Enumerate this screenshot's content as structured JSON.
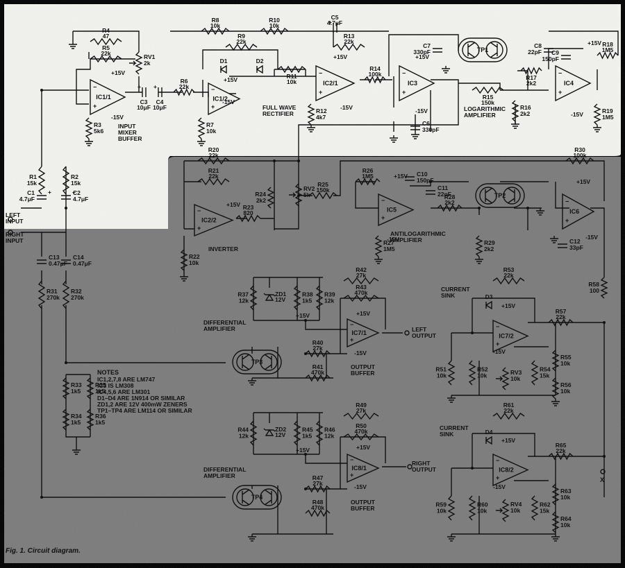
{
  "figure": {
    "caption": "Fig. 1. Circuit diagram."
  },
  "colors": {
    "paper_light": "#f2f2ef",
    "paper_grey": "#7b7b7b",
    "ink": "#111111",
    "border": "#000000"
  },
  "blocks": {
    "input_buffer": "INPUT MIXER BUFFER",
    "rectifier": "FULL WAVE RECTIFIER",
    "log_amp": "LOGARITHMIC AMPLIFIER",
    "antilog_amp": "ANTILOGARITHMIC AMPLIFIER",
    "inverter": "INVERTER",
    "diff_amp": "DIFFERENTIAL AMPLIFIER",
    "output_buffer": "OUTPUT BUFFER",
    "current_sink": "CURRENT SINK"
  },
  "io": {
    "left_in": "LEFT INPUT",
    "right_in": "RIGHT INPUT",
    "left_out": "LEFT OUTPUT",
    "right_out": "RIGHT OUTPUT",
    "x": "X"
  },
  "supplies": {
    "pos": "+15V",
    "neg": "-15V"
  },
  "notes": {
    "title": "NOTES",
    "lines": [
      "IC1,2,7,8 ARE LM747",
      "IC3 IS LM308",
      "IC4,5,6 ARE LM301",
      "D1–D4 ARE 1N914 OR SIMILAR",
      "ZD1,2 ARE 12V 400mW ZENERS",
      "TP1–TP4 ARE LM114 OR SIMILAR"
    ]
  },
  "ics": [
    "IC1/1",
    "IC1/2",
    "IC2/1",
    "IC2/2",
    "IC3",
    "IC4",
    "IC5",
    "IC6",
    "IC7/1",
    "IC7/2",
    "IC8/1",
    "IC8/2"
  ],
  "transistor_pairs": [
    "TP1",
    "TP2",
    "TP3",
    "TP4"
  ],
  "resistors": [
    {
      "ref": "R1",
      "value": "15k"
    },
    {
      "ref": "R2",
      "value": "15k"
    },
    {
      "ref": "R3",
      "value": "5k6"
    },
    {
      "ref": "R4",
      "value": "47"
    },
    {
      "ref": "R5",
      "value": "22k"
    },
    {
      "ref": "R6",
      "value": "22k"
    },
    {
      "ref": "R7",
      "value": "10k"
    },
    {
      "ref": "R8",
      "value": "10k"
    },
    {
      "ref": "R9",
      "value": "22k"
    },
    {
      "ref": "R10",
      "value": "10k"
    },
    {
      "ref": "R11",
      "value": "10k"
    },
    {
      "ref": "R12",
      "value": "4k7"
    },
    {
      "ref": "R13",
      "value": "22k"
    },
    {
      "ref": "R14",
      "value": "100k"
    },
    {
      "ref": "R15",
      "value": "150k"
    },
    {
      "ref": "R16",
      "value": "2k2"
    },
    {
      "ref": "R17",
      "value": "2k2"
    },
    {
      "ref": "R18",
      "value": "1M5"
    },
    {
      "ref": "R19",
      "value": "1M5"
    },
    {
      "ref": "R20",
      "value": "22k"
    },
    {
      "ref": "R21",
      "value": "22k"
    },
    {
      "ref": "R22",
      "value": "10k"
    },
    {
      "ref": "R23",
      "value": "820"
    },
    {
      "ref": "R24",
      "value": "2k2"
    },
    {
      "ref": "R25",
      "value": "150k"
    },
    {
      "ref": "R26",
      "value": "1M5"
    },
    {
      "ref": "R27",
      "value": "1M5"
    },
    {
      "ref": "R28",
      "value": "2k2"
    },
    {
      "ref": "R29",
      "value": "2k2"
    },
    {
      "ref": "R30",
      "value": "100k"
    },
    {
      "ref": "R31",
      "value": "270k"
    },
    {
      "ref": "R32",
      "value": "270k"
    },
    {
      "ref": "R33",
      "value": "1k5"
    },
    {
      "ref": "R34",
      "value": "1k5"
    },
    {
      "ref": "R35",
      "value": "1k5"
    },
    {
      "ref": "R36",
      "value": "1k5"
    },
    {
      "ref": "R37",
      "value": "12k"
    },
    {
      "ref": "R38",
      "value": "1k5"
    },
    {
      "ref": "R39",
      "value": "12k"
    },
    {
      "ref": "R40",
      "value": "27k"
    },
    {
      "ref": "R41",
      "value": "470k"
    },
    {
      "ref": "R42",
      "value": "27k"
    },
    {
      "ref": "R43",
      "value": "470k"
    },
    {
      "ref": "R44",
      "value": "12k"
    },
    {
      "ref": "R45",
      "value": "1k5"
    },
    {
      "ref": "R46",
      "value": "12k"
    },
    {
      "ref": "R47",
      "value": "27k"
    },
    {
      "ref": "R48",
      "value": "470k"
    },
    {
      "ref": "R49",
      "value": "27k"
    },
    {
      "ref": "R50",
      "value": "470k"
    },
    {
      "ref": "R51",
      "value": "10k"
    },
    {
      "ref": "R52",
      "value": "10k"
    },
    {
      "ref": "R53",
      "value": "22k"
    },
    {
      "ref": "R54",
      "value": "15k"
    },
    {
      "ref": "R55",
      "value": "10k"
    },
    {
      "ref": "R56",
      "value": "10k"
    },
    {
      "ref": "R57",
      "value": "22k"
    },
    {
      "ref": "R58",
      "value": "100"
    },
    {
      "ref": "R59",
      "value": "10k"
    },
    {
      "ref": "R60",
      "value": "10k"
    },
    {
      "ref": "R61",
      "value": "22k"
    },
    {
      "ref": "R62",
      "value": "15k"
    },
    {
      "ref": "R63",
      "value": "10k"
    },
    {
      "ref": "R64",
      "value": "10k"
    },
    {
      "ref": "R65",
      "value": "22k"
    }
  ],
  "pots": [
    {
      "ref": "RV1",
      "value": "2k"
    },
    {
      "ref": "RV2",
      "value": "5k"
    },
    {
      "ref": "RV3",
      "value": "10k"
    },
    {
      "ref": "RV4",
      "value": "10k"
    }
  ],
  "capacitors": [
    {
      "ref": "C1",
      "value": "4.7μF"
    },
    {
      "ref": "C2",
      "value": "4.7μF"
    },
    {
      "ref": "C3",
      "value": "10μF"
    },
    {
      "ref": "C4",
      "value": "10μF"
    },
    {
      "ref": "C5",
      "value": "4.7μF"
    },
    {
      "ref": "C6",
      "value": "330pF"
    },
    {
      "ref": "C7",
      "value": "330pF"
    },
    {
      "ref": "C8",
      "value": "22pF"
    },
    {
      "ref": "C9",
      "value": "150pF"
    },
    {
      "ref": "C10",
      "value": "150pF"
    },
    {
      "ref": "C11",
      "value": "22pF"
    },
    {
      "ref": "C12",
      "value": "33pF"
    },
    {
      "ref": "C13",
      "value": "0.47μF"
    },
    {
      "ref": "C14",
      "value": "0.47μF"
    }
  ],
  "diodes": [
    "D1",
    "D2",
    "D3",
    "D4"
  ],
  "zeners": [
    {
      "ref": "ZD1",
      "value": "12V"
    },
    {
      "ref": "ZD2",
      "value": "12V"
    }
  ]
}
